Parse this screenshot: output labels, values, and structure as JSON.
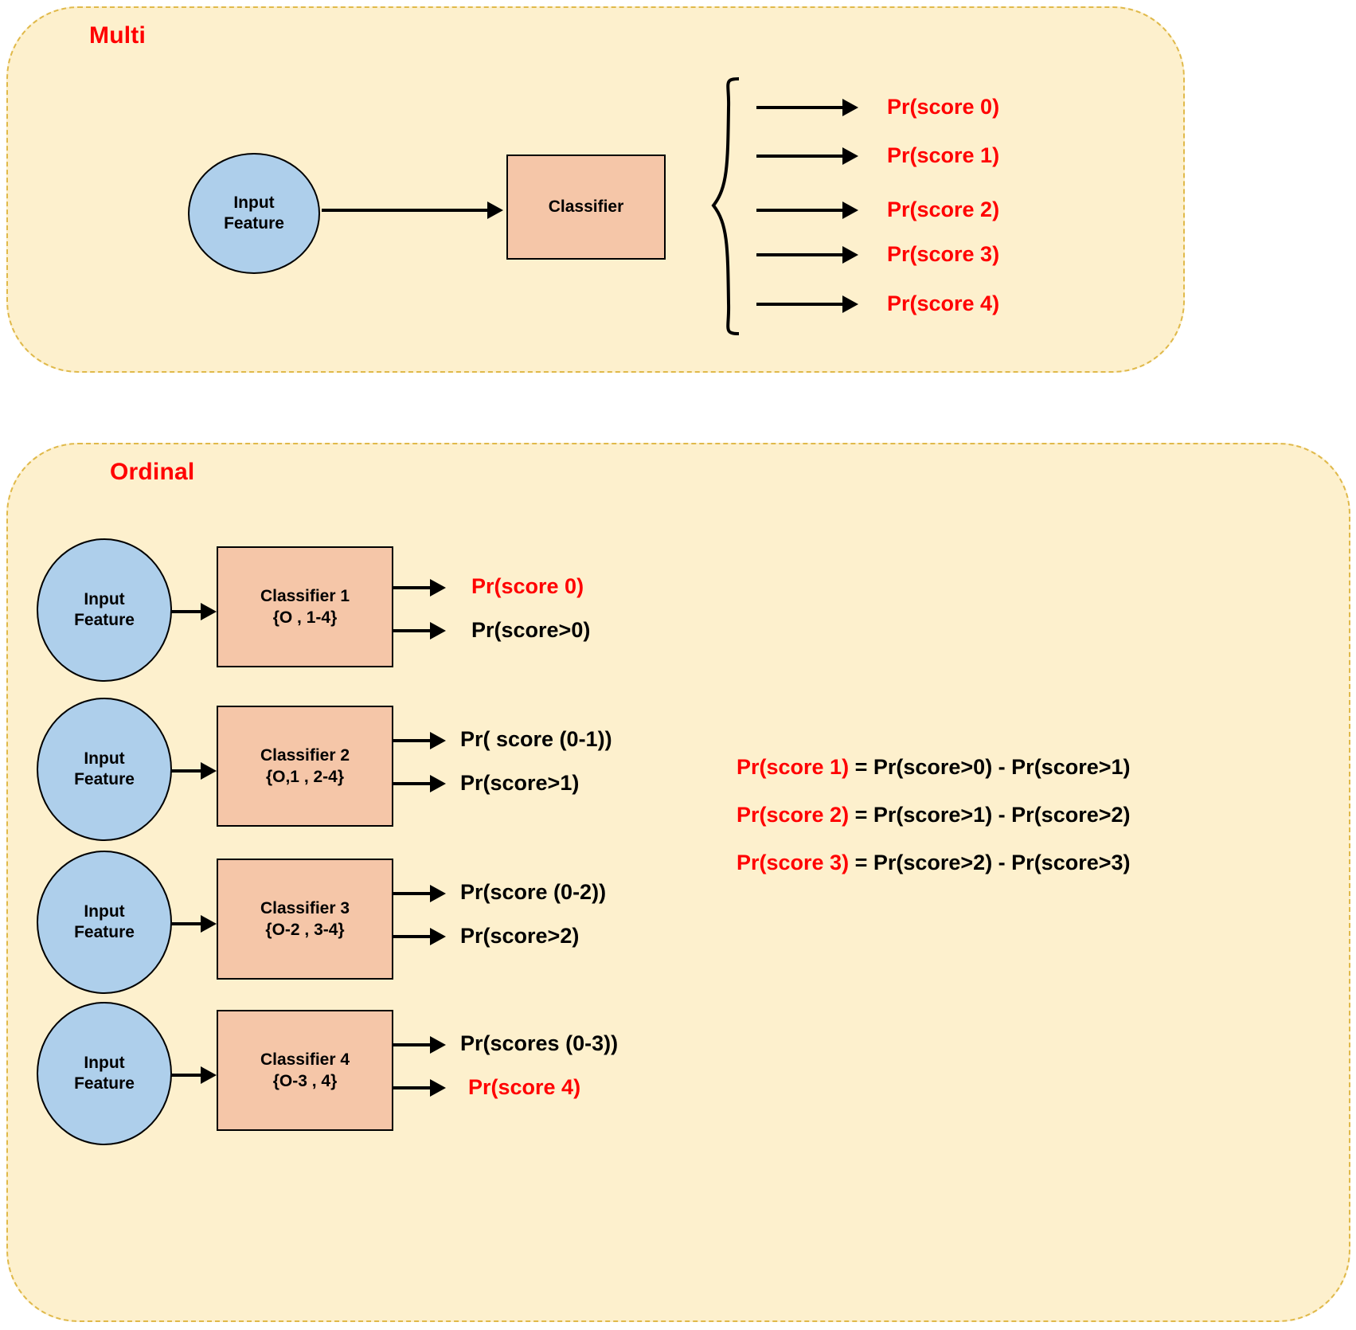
{
  "figure": {
    "panels": [
      {
        "id": "multi",
        "title": "Multi",
        "input_node": {
          "line1": "Input",
          "line2": "Feature"
        },
        "classifier": {
          "label": "Classifier"
        },
        "outputs": [
          "Pr(score 0)",
          "Pr(score 1)",
          "Pr(score 2)",
          "Pr(score 3)",
          "Pr(score 4)"
        ]
      },
      {
        "id": "ordinal",
        "title": "Ordinal",
        "rows": [
          {
            "input_node": {
              "line1": "Input",
              "line2": "Feature"
            },
            "classifier": {
              "line1": "Classifier 1",
              "line2": "{O , 1-4}"
            },
            "out_top": "Pr(score 0)",
            "out_top_color": "red",
            "out_bottom": "Pr(score>0)",
            "out_bottom_color": "black"
          },
          {
            "input_node": {
              "line1": "Input",
              "line2": "Feature"
            },
            "classifier": {
              "line1": "Classifier 2",
              "line2": "{O,1 , 2-4}"
            },
            "out_top": "Pr( score (0-1))",
            "out_top_color": "black",
            "out_bottom": "Pr(score>1)",
            "out_bottom_color": "black"
          },
          {
            "input_node": {
              "line1": "Input",
              "line2": "Feature"
            },
            "classifier": {
              "line1": "Classifier 3",
              "line2": "{O-2 , 3-4}"
            },
            "out_top": "Pr(score (0-2))",
            "out_top_color": "black",
            "out_bottom": "Pr(score>2)",
            "out_bottom_color": "black"
          },
          {
            "input_node": {
              "line1": "Input",
              "line2": "Feature"
            },
            "classifier": {
              "line1": "Classifier 4",
              "line2": "{O-3 , 4}"
            },
            "out_top": "Pr(scores (0-3))",
            "out_top_color": "black",
            "out_bottom": "Pr(score 4)",
            "out_bottom_color": "red"
          }
        ],
        "equations": [
          {
            "lhs": "Pr(score 1)",
            "rhs": " = Pr(score>0) - Pr(score>1)"
          },
          {
            "lhs": "Pr(score 2)",
            "rhs": " = Pr(score>1) - Pr(score>2)"
          },
          {
            "lhs": "Pr(score 3)",
            "rhs": " = Pr(score>2) - Pr(score>3)"
          }
        ]
      }
    ]
  },
  "colors": {
    "panel_fill": "#fdf0cd",
    "panel_border": "#e0b94a",
    "ellipse_fill": "#aecfeb",
    "box_fill": "#f5c6a8",
    "accent_red": "#ff0000",
    "text_black": "#000000"
  }
}
